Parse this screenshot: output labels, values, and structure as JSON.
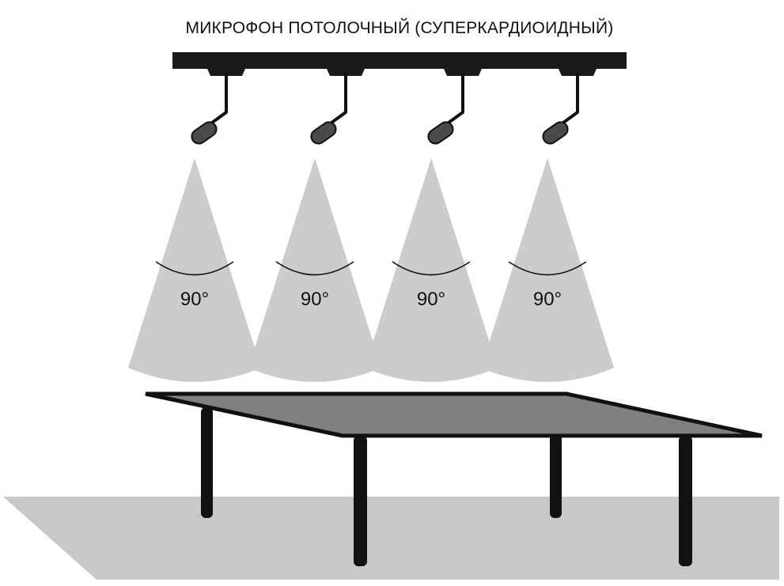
{
  "title": "МИКРОФОН ПОТОЛОЧНЫЙ (СУПЕРКАРДИОИДНЫЙ)",
  "microphones": [
    {
      "angle_label": "90°"
    },
    {
      "angle_label": "90°"
    },
    {
      "angle_label": "90°"
    },
    {
      "angle_label": "90°"
    }
  ],
  "colors": {
    "rail": "#1a1a1a",
    "mic_body": "#4a4a4a",
    "cone": "#cccccc",
    "tabletop": "#808080",
    "floor": "#c8c8c8",
    "legs": "#111111"
  }
}
